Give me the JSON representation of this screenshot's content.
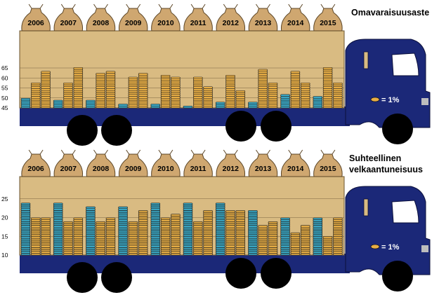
{
  "legend_label": "= 1%",
  "colors": {
    "truck": "#1b2878",
    "cargo": "#d9bb82",
    "sack": "#cfa770",
    "coin_blue": "#3aa6c2",
    "coin_gold": "#e8ae45",
    "coin_grey": "#bdbdbd"
  },
  "chart_data": [
    {
      "type": "bar",
      "title": "Omavaraisuusaste",
      "categories": [
        "2006",
        "2007",
        "2008",
        "2009",
        "2010",
        "2011",
        "2012",
        "2013",
        "2014",
        "2015"
      ],
      "ylim": [
        45,
        85
      ],
      "yticks": [
        "45",
        "50",
        "55",
        "60",
        "65"
      ],
      "series": [
        {
          "values": [
            50,
            49,
            49,
            47,
            47,
            46,
            48,
            48,
            52,
            51
          ]
        },
        {
          "values": [
            58,
            58,
            62,
            60,
            61,
            60,
            61,
            64,
            63,
            65
          ]
        },
        {
          "values": [
            63,
            65,
            63,
            62,
            60,
            56,
            54,
            58,
            58,
            58
          ]
        }
      ]
    },
    {
      "type": "bar",
      "title": "Suhteellinen velkaantuneisuus",
      "categories": [
        "2006",
        "2007",
        "2008",
        "2009",
        "2010",
        "2011",
        "2012",
        "2013",
        "2014",
        "2015"
      ],
      "ylim": [
        10,
        30
      ],
      "yticks": [
        "10",
        "15",
        "20",
        "25"
      ],
      "series": [
        {
          "values": [
            24,
            24,
            23,
            23,
            24,
            24,
            24,
            22,
            20,
            20
          ]
        },
        {
          "values": [
            20,
            19,
            19,
            19,
            20,
            19,
            22,
            18,
            16,
            15
          ]
        },
        {
          "values": [
            20,
            20,
            20,
            22,
            21,
            22,
            22,
            19,
            18,
            20
          ]
        }
      ]
    }
  ]
}
